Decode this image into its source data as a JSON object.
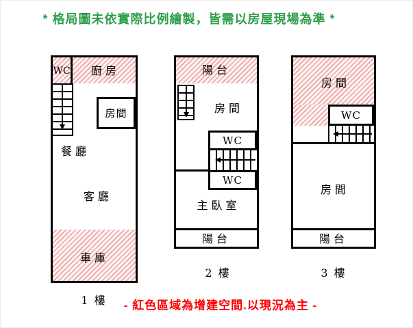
{
  "header": {
    "disclaimer": "* 格局圖未依實際比例繪製，皆需以房屋現場為準 *"
  },
  "footer": {
    "note": "- 紅色區域為增建空間.以現況為主 -"
  },
  "floor1": {
    "label": "1 樓",
    "wc": "WC",
    "kitchen": "廚房",
    "bedroom": "房間",
    "dining": "餐廳",
    "living": "客廳",
    "garage": "車庫"
  },
  "floor2": {
    "label": "2 樓",
    "balcony_top": "陽台",
    "bedroom": "房間",
    "wc_upper": "WC",
    "wc_lower": "WC",
    "master_bedroom": "主臥室",
    "balcony_bottom": "陽台"
  },
  "floor3": {
    "label": "3 樓",
    "bedroom_top": "房間",
    "wc": "WC",
    "bedroom_main": "房間",
    "balcony": "陽台"
  },
  "colors": {
    "title_green": "#2e9e4a",
    "note_red": "#ff0000",
    "hatch_stripe": "#efaeae",
    "wall_black": "#000000"
  }
}
